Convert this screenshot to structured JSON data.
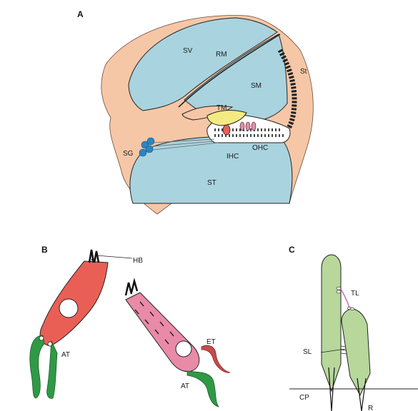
{
  "panels": {
    "a": "A",
    "b": "B",
    "c": "C"
  },
  "cochlea": {
    "sv": "SV",
    "rm": "RM",
    "sm": "SM",
    "st_label": "St",
    "tm": "TM",
    "sg": "SG",
    "ihc": "IHC",
    "ohc": "OHC",
    "scala_tympani": "ST"
  },
  "hair_cells": {
    "hb": "HB",
    "at_left": "AT",
    "at_right": "AT",
    "et": "ET"
  },
  "stereocilia": {
    "tl": "TL",
    "sl": "SL",
    "cp": "CP",
    "r": "R"
  },
  "colors": {
    "fluid": "#a9d3df",
    "tissue": "#f6c7a6",
    "tectorial": "#f3ea82",
    "ihc_cell": "#ea5f55",
    "ohc_cell": "#e98aa8",
    "terminal": "#2f9a45",
    "efferent": "#c94a4a",
    "ganglion": "#2a86c4",
    "stereocilium": "#b7d79b"
  }
}
